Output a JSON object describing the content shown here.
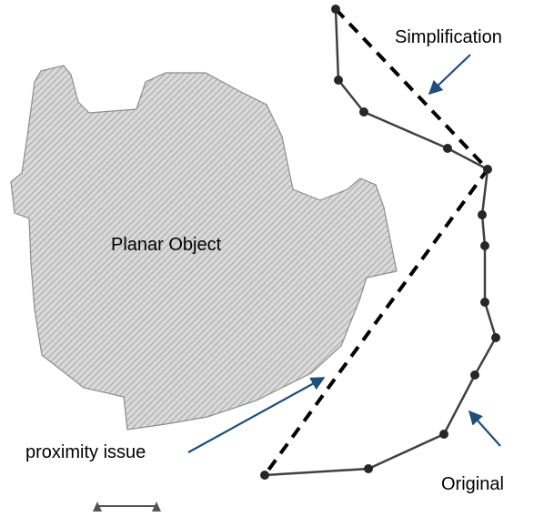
{
  "labels": {
    "planar_object": "Planar Object",
    "simplification": "Simplification",
    "proximity_issue": "proximity issue",
    "original": "Original"
  },
  "colors": {
    "object_fill": "#d9d9d9",
    "object_hatch": "#9a9a9a",
    "object_outline": "#8c8c8c",
    "original_line": "#404040",
    "vertex": "#262626",
    "simplification_line": "#000000",
    "arrow": "#1f4e79",
    "scale_bar": "#555555"
  },
  "legend": {
    "original_line_style": "solid",
    "simplification_line_style": "dashed"
  }
}
